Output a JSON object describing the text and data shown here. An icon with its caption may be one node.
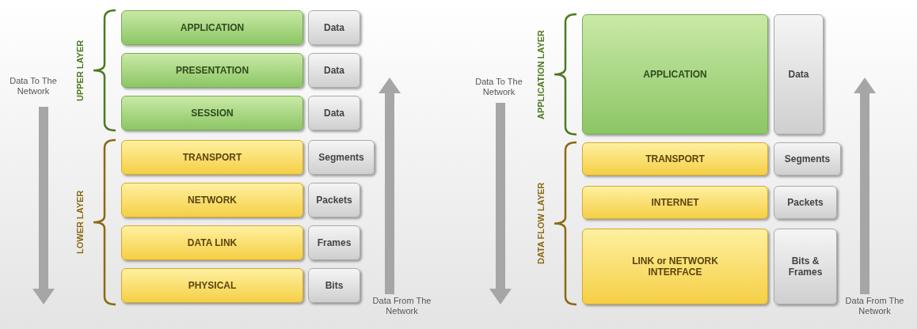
{
  "diagram": {
    "nodes": [
      {
        "text": [
          "APPLICATION"
        ]
      },
      {
        "text": [
          "Data"
        ]
      },
      {
        "text": [
          "PRESENTATION"
        ]
      },
      {
        "text": [
          "Data"
        ]
      },
      {
        "text": [
          "SESSION"
        ]
      },
      {
        "text": [
          "Data"
        ]
      },
      {
        "text": [
          "TRANSPORT"
        ]
      },
      {
        "text": [
          "Segments"
        ]
      },
      {
        "text": [
          "NETWORK"
        ]
      },
      {
        "text": [
          "Packets"
        ]
      },
      {
        "text": [
          "DATA LINK"
        ]
      },
      {
        "text": [
          "Frames"
        ]
      },
      {
        "text": [
          "PHYSICAL"
        ]
      },
      {
        "text": [
          "Bits"
        ]
      },
      {
        "text": [
          "APPLICATION"
        ]
      },
      {
        "text": [
          "Data"
        ]
      },
      {
        "text": [
          "TRANSPORT"
        ]
      },
      {
        "text": [
          "Segments"
        ]
      },
      {
        "text": [
          "INTERNET"
        ]
      },
      {
        "text": [
          "Packets"
        ]
      },
      {
        "text": [
          "LINK or NETWORK INTERFACE"
        ]
      },
      {
        "text": [
          "Bits & Frames"
        ]
      }
    ],
    "labels": [
      "UPPER LAYER",
      "Data To The Network",
      "LOWER LAYER",
      "Data From The Network",
      "APPLICATION LAYER",
      "Data To The Network",
      "DATA FLOW LAYER",
      "Data From The Network"
    ]
  }
}
